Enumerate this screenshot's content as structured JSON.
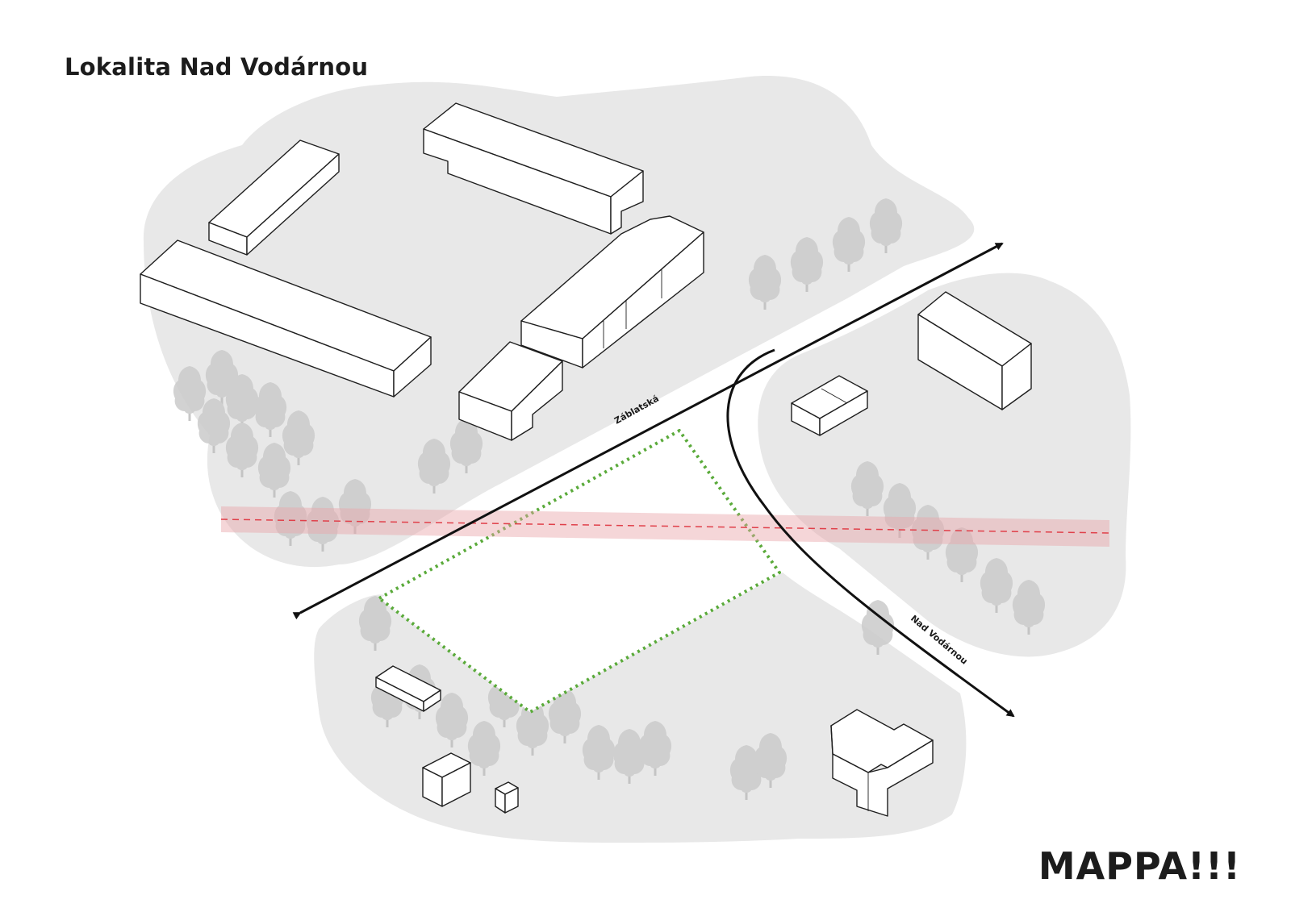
{
  "title": "Lokalita Nad Vodárnou",
  "brand": "MAPPA!!!",
  "roads": {
    "zablatska": "Záblatská",
    "nad_vodarnou": "Nad Vodárnou"
  },
  "colors": {
    "ground": "#e8e8e8",
    "site_boundary": "#5aaa3a",
    "corridor_fill": "#e9a3a9",
    "corridor_line": "#e0404a",
    "road_line": "#111111",
    "tree": "#c9c9c9"
  },
  "icons": {
    "tree": "tree-icon",
    "arrow": "arrow-head-icon"
  }
}
